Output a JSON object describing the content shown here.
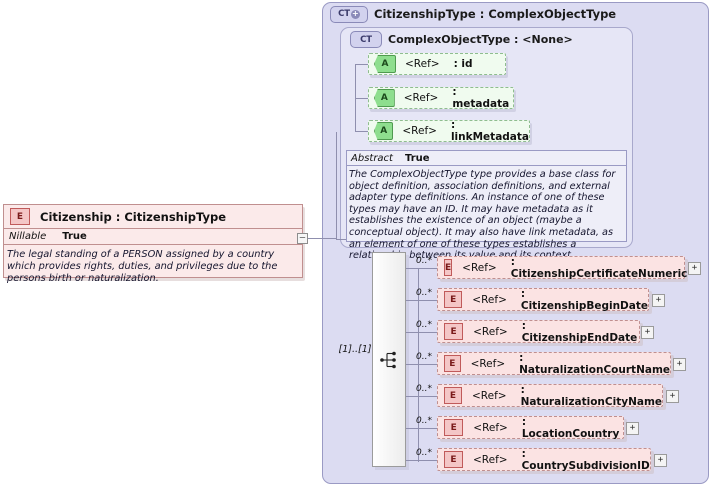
{
  "complex_type": {
    "badge": "CT",
    "badge_icon": "expand-plus-icon",
    "title": "CitizenshipType : ComplexObjectType"
  },
  "base_type": {
    "badge": "CT",
    "title": "ComplexObjectType : <None>",
    "attributes": [
      {
        "badge": "A",
        "ref": "<Ref>",
        "name": ": id"
      },
      {
        "badge": "A",
        "ref": "<Ref>",
        "name": ": metadata"
      },
      {
        "badge": "A",
        "ref": "<Ref>",
        "name": ": linkMetadata"
      }
    ],
    "abstract_label": "Abstract",
    "abstract_value": "True",
    "documentation": "The ComplexObjectType type provides a base class for object definition, association definitions, and external adapter type definitions. An instance of one of these types may have an ID. It may have metadata as it establishes the existence of an object (maybe a conceptual object). It may also have link metadata, as an element of one of these types establishes a relationship between its value and its context."
  },
  "element": {
    "badge": "E",
    "title": "Citizenship : CitizenshipType",
    "nillable_label": "Nillable",
    "nillable_value": "True",
    "documentation": "The legal standing of a PERSON assigned by a country which provides rights, duties, and privileges due to the persons birth or naturalization.",
    "collapse_toggle": "–"
  },
  "compositor": {
    "kind": "sequence-icon",
    "cardinality": "[1]..[1]"
  },
  "children": [
    {
      "occurrence": "0..*",
      "badge": "E",
      "ref": "<Ref>",
      "name": ": CitizenshipCertificateNumeric",
      "expand": "+"
    },
    {
      "occurrence": "0..*",
      "badge": "E",
      "ref": "<Ref>",
      "name": ": CitizenshipBeginDate",
      "expand": "+"
    },
    {
      "occurrence": "0..*",
      "badge": "E",
      "ref": "<Ref>",
      "name": ": CitizenshipEndDate",
      "expand": "+"
    },
    {
      "occurrence": "0..*",
      "badge": "E",
      "ref": "<Ref>",
      "name": ": NaturalizationCourtName",
      "expand": "+"
    },
    {
      "occurrence": "0..*",
      "badge": "E",
      "ref": "<Ref>",
      "name": ": NaturalizationCityName",
      "expand": "+"
    },
    {
      "occurrence": "0..*",
      "badge": "E",
      "ref": "<Ref>",
      "name": ": LocationCountry",
      "expand": "+"
    },
    {
      "occurrence": "0..*",
      "badge": "E",
      "ref": "<Ref>",
      "name": ": CountrySubdivisionID",
      "expand": "+"
    }
  ],
  "colors": {
    "outer_panel": "#dcdcf2",
    "inner_panel": "#e6e6f6",
    "element_fill": "#fbe3e3",
    "element_border": "#c08f8f",
    "attribute_fill": "#f0fbef",
    "attribute_border": "#8fbd8f",
    "line": "#8f8fae"
  }
}
